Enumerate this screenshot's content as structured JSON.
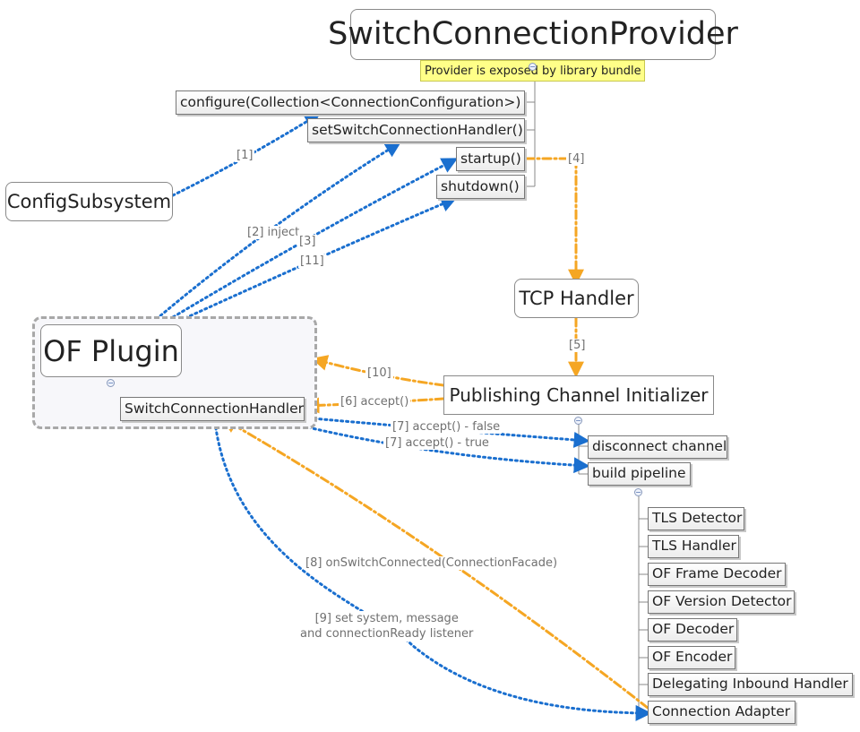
{
  "nodes": {
    "provider": "SwitchConnectionProvider",
    "provider_note": "Provider is exposed by library bundle",
    "configure": "configure(Collection<ConnectionConfiguration>)",
    "set_handler": "setSwitchConnectionHandler()",
    "startup": "startup()",
    "shutdown": "shutdown()",
    "config_subsystem": "ConfigSubsystem",
    "tcp_handler": "TCP Handler",
    "of_plugin": "OF Plugin",
    "switch_connection_handler": "SwitchConnectionHandler",
    "publishing_channel_initializer": "Publishing Channel Initializer",
    "disconnect_channel": "disconnect channel",
    "build_pipeline": "build pipeline",
    "pipeline": [
      "TLS Detector",
      "TLS Handler",
      "OF Frame Decoder",
      "OF Version Detector",
      "OF Decoder",
      "OF Encoder",
      "Delegating Inbound Handler",
      "Connection Adapter"
    ]
  },
  "edge_labels": {
    "e1": "[1]",
    "e2": "[2] inject",
    "e3": "[3]",
    "e11": "[11]",
    "e4": "[4]",
    "e5": "[5]",
    "e10": "[10]",
    "e6": "[6] accept()",
    "e7_false": "[7] accept() - false",
    "e7_true": "[7] accept() - true",
    "e8": "[8] onSwitchConnected(ConnectionFacade)",
    "e9_line1": "[9] set system, message",
    "e9_line2": "and connectionReady listener"
  },
  "colors": {
    "blue_dotted": "#1a6fcf",
    "orange_dashdot": "#f5a623",
    "tree_line": "#8a8a8a"
  },
  "icons": {
    "collapse": "minus-circle-icon"
  }
}
